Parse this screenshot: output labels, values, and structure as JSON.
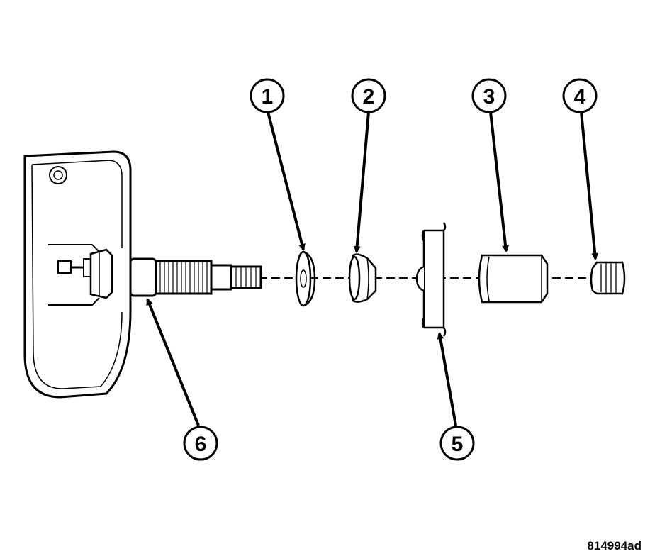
{
  "diagram": {
    "callouts": [
      {
        "label": "1"
      },
      {
        "label": "2"
      },
      {
        "label": "3"
      },
      {
        "label": "4"
      },
      {
        "label": "5"
      },
      {
        "label": "6"
      }
    ],
    "reference_code": "814994ad",
    "line_color": "#000000",
    "background": "#ffffff"
  }
}
